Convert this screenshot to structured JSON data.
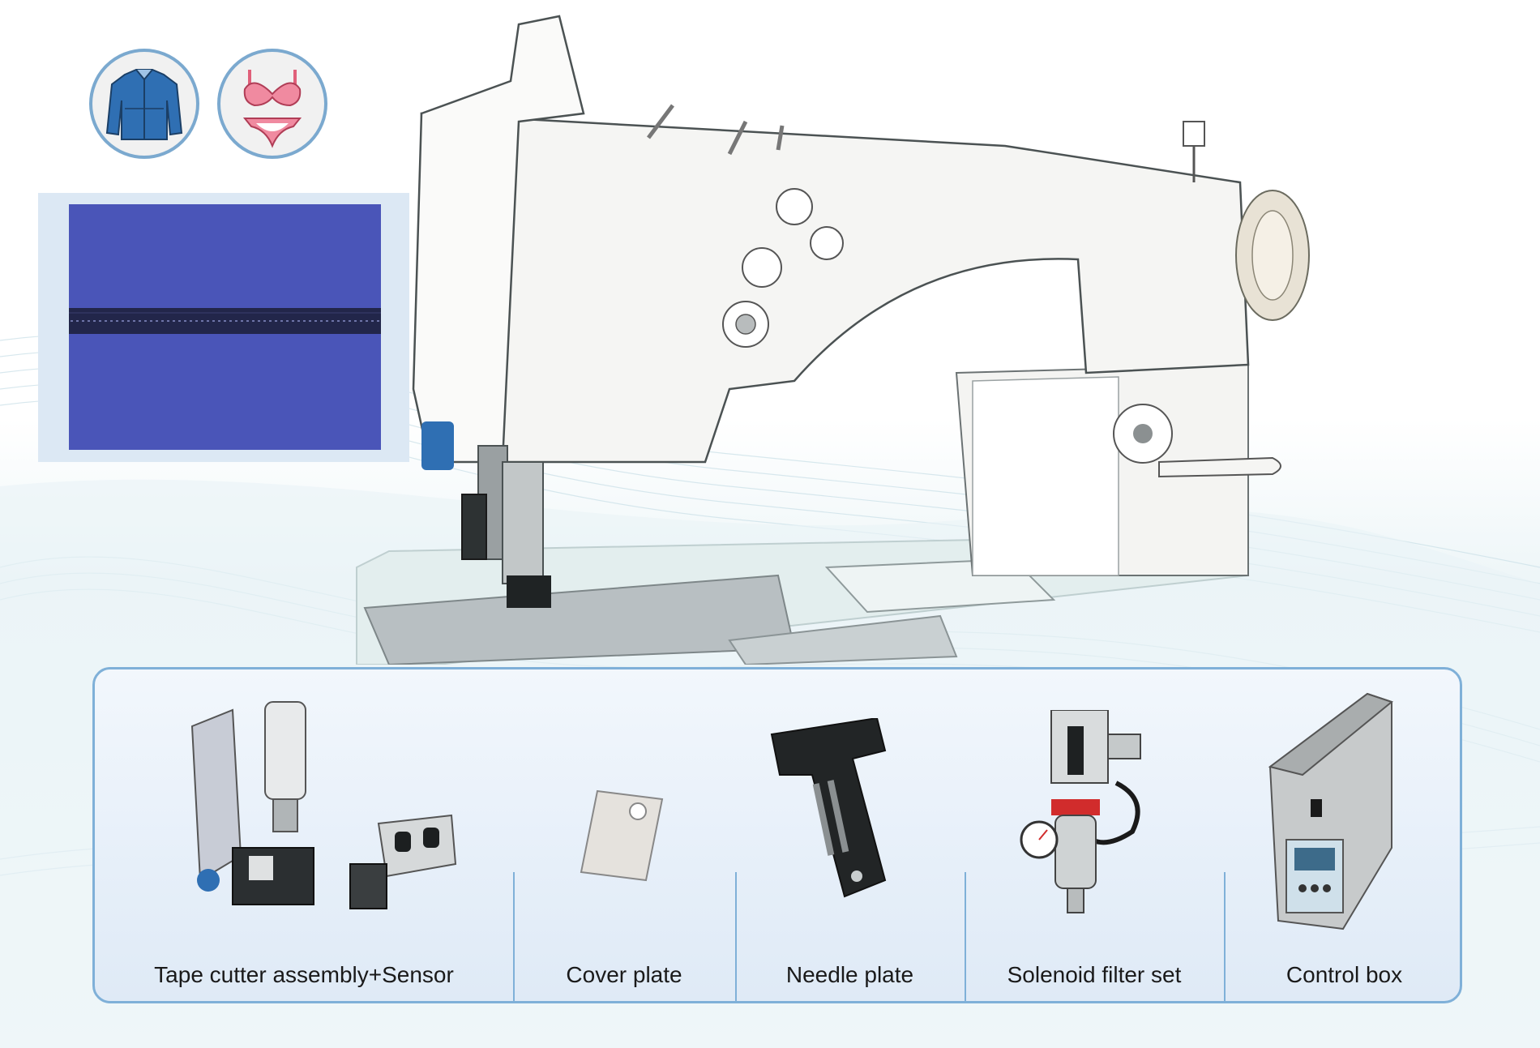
{
  "colors": {
    "panel_border": "#7fb0d8",
    "swatch_blue": "#4a55b8",
    "icon_border": "#7ba9cf",
    "machine_body": "#f4f4f2"
  },
  "application_icons": [
    {
      "icon": "jacket-icon"
    },
    {
      "icon": "lingerie-icon"
    }
  ],
  "accessories": [
    {
      "label": "Tape cutter assembly+Sensor",
      "icon": "tape-cutter-icon"
    },
    {
      "label": "Cover plate",
      "icon": "cover-plate-icon"
    },
    {
      "label": "Needle plate",
      "icon": "needle-plate-icon"
    },
    {
      "label": "Solenoid filter set",
      "icon": "solenoid-filter-icon"
    },
    {
      "label": "Control box",
      "icon": "control-box-icon"
    }
  ]
}
